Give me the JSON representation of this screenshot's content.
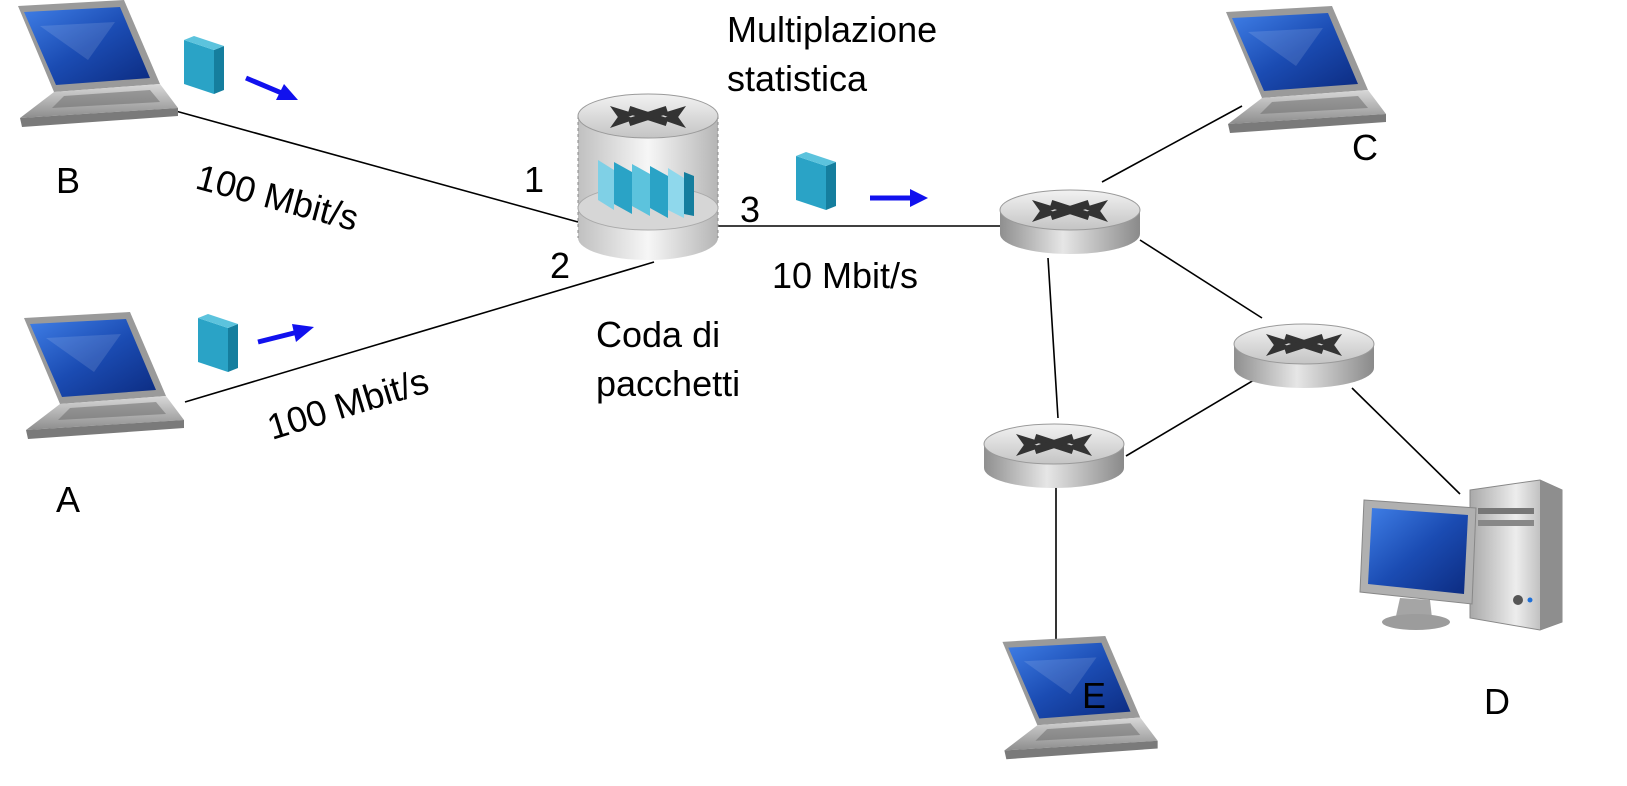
{
  "labels": {
    "host_b": "B",
    "host_a": "A",
    "host_c": "C",
    "host_d": "D",
    "host_e": "E",
    "link_b_rate": "100 Mbit/s",
    "link_a_rate": "100 Mbit/s",
    "link_out_rate": "10 Mbit/s",
    "port_1": "1",
    "port_2": "2",
    "port_3": "3",
    "mux_line1": "Multiplazione",
    "mux_line2": "statistica",
    "queue_line1": "Coda di",
    "queue_line2": "pacchetti"
  },
  "colors": {
    "packet": "#2aa3c6",
    "arrow": "#1111ee",
    "link": "#000000",
    "router_body": "#c9c9c9",
    "screen": "#1e4fb5"
  },
  "icons": [
    "laptop-icon",
    "desktop-computer-icon",
    "router-icon",
    "packet-icon",
    "arrow-icon"
  ]
}
